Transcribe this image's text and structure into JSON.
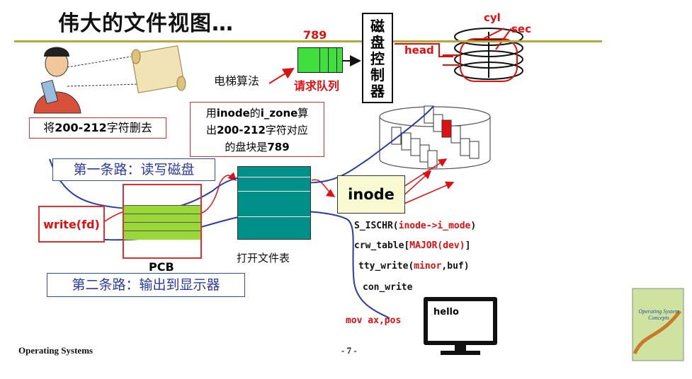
{
  "title": "伟大的文件视图…",
  "block_number": "789",
  "cyl_label": "cyl",
  "sec_label": "sec",
  "head_label": "head",
  "disk_controller_chars": [
    "磁",
    "盘",
    "控",
    "制",
    "器"
  ],
  "elevator_label": "电梯算法",
  "request_queue_label": "请求队列",
  "delete_label_prefix": "将",
  "delete_label_bold": "200-212",
  "delete_label_suffix": "字符删去",
  "inode_note": {
    "line1_a": "用",
    "line1_b": "inode",
    "line1_c": "的",
    "line1_d": "i_zone",
    "line1_e": "算",
    "line2_a": "出",
    "line2_b": "200-212",
    "line2_c": "字符对应",
    "line3_a": "的盘块是",
    "line3_b": "789"
  },
  "path1_label": "第一条路：读写磁盘",
  "path2_label": "第二条路：输出到显示器",
  "write_label": "write(fd)",
  "pcb_label": "PCB",
  "open_file_table_label": "打开文件表",
  "inode_label": "inode",
  "code": {
    "l1_a": "S_ISCHR(",
    "l1_b": "inode->i_mode",
    "l1_c": ")",
    "l2_a": "crw_table[",
    "l2_b": "MAJOR(dev)",
    "l2_c": "]",
    "l3_a": "tty_write(",
    "l3_b": "minor",
    "l3_c": ",buf)",
    "l4": "con_write",
    "l5": "mov ax,pos"
  },
  "monitor_text": "hello",
  "footer_left": "Operating Systems",
  "footer_center": "- 7 -",
  "book_cover_text": "Operating System Concepts",
  "colors": {
    "accent_red": "#e01010",
    "queue_green": "#3ee03e",
    "pcb_green": "#9ad83a",
    "table_teal": "#00908a",
    "rule": "#b5a93a",
    "path_blue": "#2a3aa0"
  }
}
